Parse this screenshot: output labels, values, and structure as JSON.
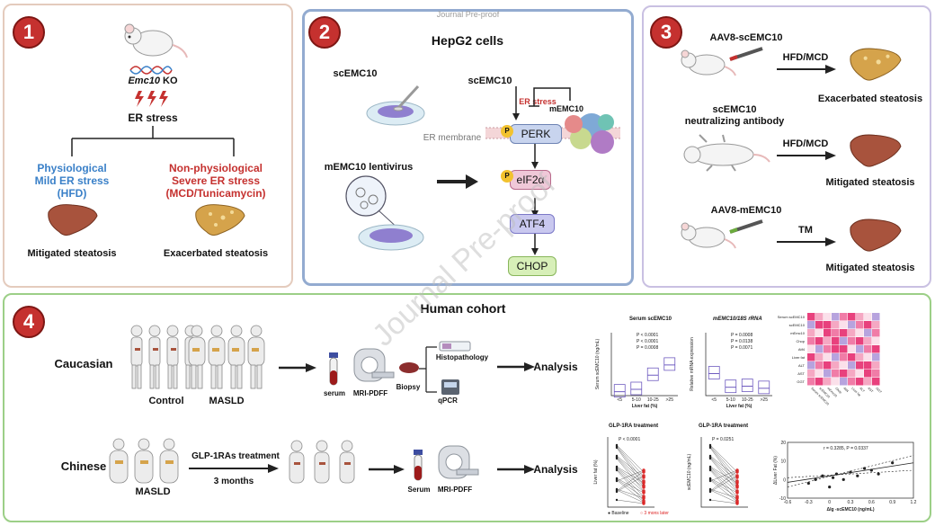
{
  "header": {
    "journal_stamp": "Journal Pre-proof",
    "watermark": "Journal Pre-proof"
  },
  "panel1": {
    "number": "1",
    "gene": "Emc10",
    "gene_suffix": " KO",
    "stress": "ER stress",
    "left_label_1": "Physiological",
    "left_label_2": "Mild ER stress",
    "left_label_3": "(HFD)",
    "right_label_1": "Non-physiological",
    "right_label_2": "Severe ER stress",
    "right_label_3": "(MCD/Tunicamycin)",
    "left_outcome": "Mitigated steatosis",
    "right_outcome": "Exacerbated steatosis"
  },
  "panel2": {
    "number": "2",
    "title": "HepG2 cells",
    "sc_label": "scEMC10",
    "lenti_label": "mEMC10 lentivirus",
    "sc_top": "scEMC10",
    "er_stress": "ER stress",
    "memc10": "mEMC10",
    "membrane": "ER membrane",
    "perk": "PERK",
    "eif2a": "eIF2α",
    "atf4": "ATF4",
    "chop": "CHOP",
    "p": "P"
  },
  "panel3": {
    "number": "3",
    "row1_label": "AAV8-scEMC10",
    "row1_treat": "HFD/MCD",
    "row1_outcome": "Exacerbated steatosis",
    "row2_label_1": "scEMC10",
    "row2_label_2": "neutralizing antibody",
    "row2_treat": "HFD/MCD",
    "row2_outcome": "Mitigated steatosis",
    "row3_label": "AAV8-mEMC10",
    "row3_treat": "TM",
    "row3_outcome": "Mitigated steatosis"
  },
  "panel4": {
    "number": "4",
    "title": "Human cohort",
    "caucasian": "Caucasian",
    "chinese": "Chinese",
    "control": "Control",
    "masld": "MASLD",
    "masld2": "MASLD",
    "serum": "serum",
    "mri": "MRI-PDFF",
    "biopsy": "Biopsy",
    "histo": "Histopathology",
    "qpcr": "qPCR",
    "analysis1": "Analysis",
    "analysis2": "Analysis",
    "glp_treat": "GLP-1RAs treatment",
    "months": "3 months",
    "serum2": "Serum",
    "mri2": "MRI-PDFF"
  },
  "chart_data": [
    {
      "type": "box",
      "title": "Serum scEMC10",
      "xlabel": "Liver fat (%)",
      "ylabel": "Serum scEMC10 (ng/mL)",
      "categories": [
        "<5",
        "5-10",
        "10-25",
        ">25"
      ],
      "medians": [
        0.5,
        0.8,
        2.6,
        3.9
      ],
      "ylim": [
        0,
        8
      ],
      "annotations": [
        "P < 0.0001",
        "P < 0.0001",
        "P = 0.0008"
      ]
    },
    {
      "type": "box",
      "title": "mEMC10/18S rRNA",
      "xlabel": "Liver fat (%)",
      "ylabel": "Relative mRNA expression",
      "categories": [
        "<5",
        "5-10",
        "10-25",
        ">25"
      ],
      "medians": [
        2.1,
        0.8,
        0.9,
        0.7
      ],
      "ylim": [
        0,
        6
      ],
      "annotations": [
        "P = 0.0008",
        "P = 0.0138",
        "P = 0.0071"
      ]
    },
    {
      "type": "heatmap",
      "title": "",
      "rows": [
        "Serum scEMC10",
        "scEMC10",
        "mEmc10",
        "Chop",
        "Atf4",
        "Liver fat",
        "ALT",
        "AST",
        "GGT"
      ]
    },
    {
      "type": "line",
      "title": "GLP-1RA treatment",
      "ylabel": "Liver fat (%)",
      "ylim": [
        0,
        40
      ],
      "annotations": [
        "P < 0.0001"
      ],
      "series": [
        {
          "name": "Baseline"
        },
        {
          "name": "3 mons later"
        }
      ]
    },
    {
      "type": "line",
      "title": "GLP-1RA treatment",
      "ylabel": "scEMC10 (ng/mL)",
      "ylim": [
        0,
        25
      ],
      "annotations": [
        "P = 0.0251"
      ]
    },
    {
      "type": "scatter",
      "title": "",
      "xlabel": "Δlg -scEMC10 (ng/mL)",
      "ylabel": "ΔLiver Fat (%)",
      "xlim": [
        -0.6,
        1.2
      ],
      "ylim": [
        -10,
        20
      ],
      "annotations": [
        "r = 0.3285, P = 0.0337"
      ],
      "x": [
        -0.3,
        -0.2,
        -0.1,
        0.0,
        0.05,
        0.1,
        0.2,
        0.3,
        0.4,
        0.5,
        0.6,
        0.7,
        0.9
      ],
      "y": [
        -2,
        0,
        2,
        -4,
        1,
        3,
        0,
        4,
        2,
        6,
        5,
        3,
        9
      ]
    }
  ]
}
